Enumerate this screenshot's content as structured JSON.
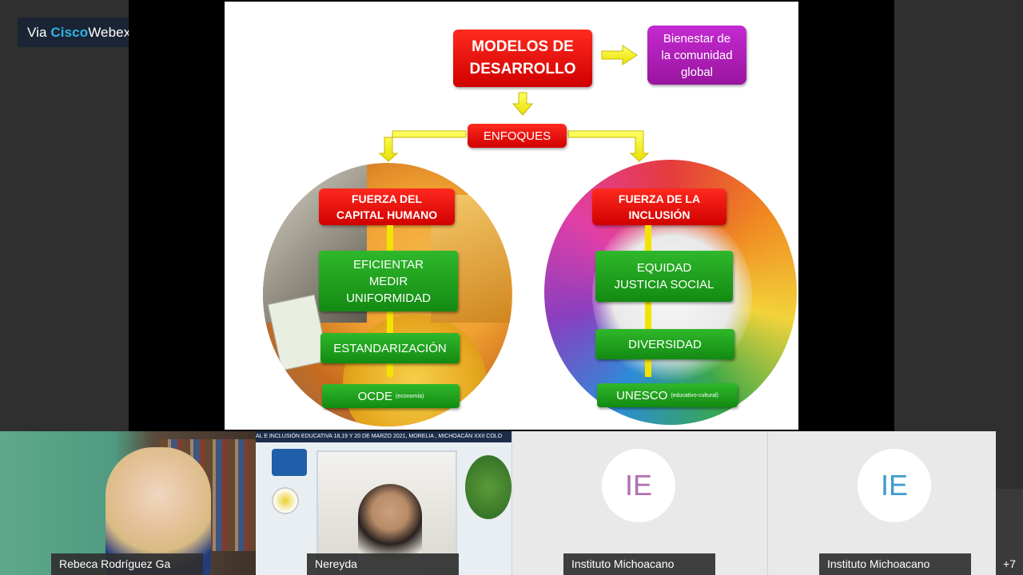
{
  "badge": {
    "prefix": "Via ",
    "brand": "Cisco",
    "suffix": "Webex"
  },
  "slide": {
    "modelos": "MODELOS DE\nDESARROLLO",
    "bienestar": "Bienestar de\nla comunidad\nglobal",
    "enfoques": "ENFOQUES",
    "left": {
      "title": "FUERZA DEL\nCAPITAL HUMANO",
      "box1": "EFICIENTAR\nMEDIR\nUNIFORMIDAD",
      "box2": "ESTANDARIZACIÓN",
      "box3": "OCDE",
      "box3_note": "(economía)"
    },
    "right": {
      "title": "FUERZA DE LA\nINCLUSIÓN",
      "box1": "EQUIDAD\nJUSTICIA SOCIAL",
      "box2": "DIVERSIDAD",
      "box3": "UNESCO",
      "box3_note": "(educativo-cultural)"
    }
  },
  "participants": [
    {
      "name": "Rebeca Rodríguez Ga"
    },
    {
      "name": "Nereyda",
      "banner": "AL E INCLUSIÓN EDUCATIVA 18,19 Y 20 DE MARZO 2021, MORELIA , MICHOACÁN    XXII COLO"
    },
    {
      "name": "Instituto Michoacano",
      "initials": "IE",
      "color": "#b06fb3"
    },
    {
      "name": "Instituto Michoacano",
      "initials": "IE",
      "color": "#3d9ccf"
    }
  ],
  "more": "+7"
}
